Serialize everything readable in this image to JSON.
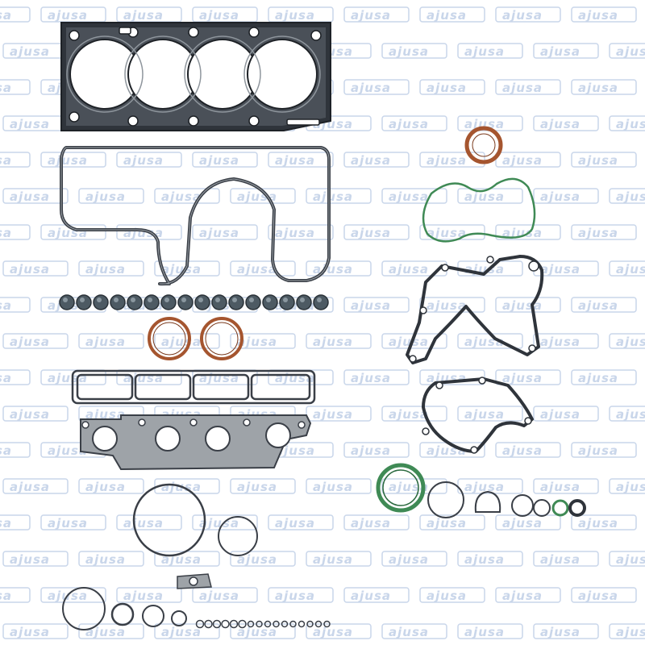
{
  "watermark": {
    "brand": "ajusa",
    "color": "#c9d6ea"
  },
  "colors": {
    "gasket_stroke": "#3a3f47",
    "gasket_fill": "#2f343b",
    "metal_fill": "#9ea3a8",
    "copper": "#a5552f",
    "green": "#3f8a55",
    "valve_seal": "#4d5a63"
  },
  "product": {
    "valve_stem_seal_count": 16,
    "small_ring_count": 16
  }
}
